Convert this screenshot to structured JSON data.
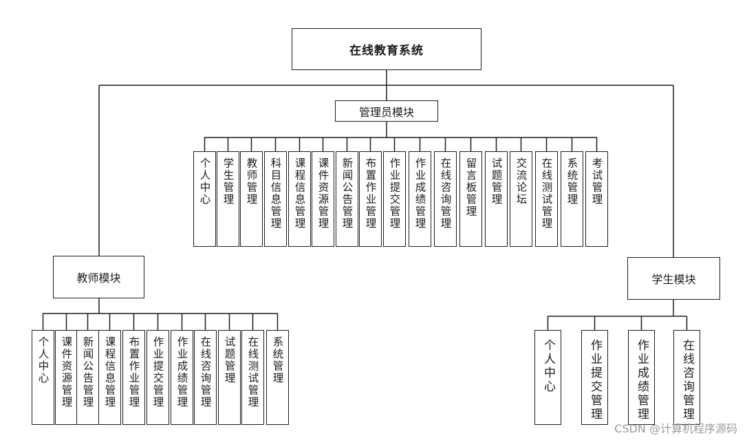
{
  "diagram": {
    "root": "在线教育系统",
    "admin": {
      "title": "管理员模块",
      "items": [
        "个人中心",
        "学生管理",
        "教师管理",
        "科目信息管理",
        "课程信息管理",
        "课件资源管理",
        "新闻公告管理",
        "布置作业管理",
        "作业提交管理",
        "作业成绩管理",
        "在线咨询管理",
        "留言板管理",
        "试题管理",
        "交流论坛",
        "在线测试管理",
        "系统管理",
        "考试管理"
      ]
    },
    "teacher": {
      "title": "教师模块",
      "items": [
        "个人中心",
        "课件资源管理",
        "新闻公告管理",
        "课程信息管理",
        "布置作业管理",
        "作业提交管理",
        "作业成绩管理",
        "在线咨询管理",
        "试题管理",
        "在线测试管理",
        "系统管理"
      ]
    },
    "student": {
      "title": "学生模块",
      "items": [
        "个人中心",
        "作业提交管理",
        "作业成绩管理",
        "在线咨询管理"
      ]
    }
  },
  "watermark": "CSDN @计算机程序源码",
  "colors": {
    "line": "#1a1a1a",
    "background": "#ffffff",
    "watermark": "#9a9a9a"
  }
}
